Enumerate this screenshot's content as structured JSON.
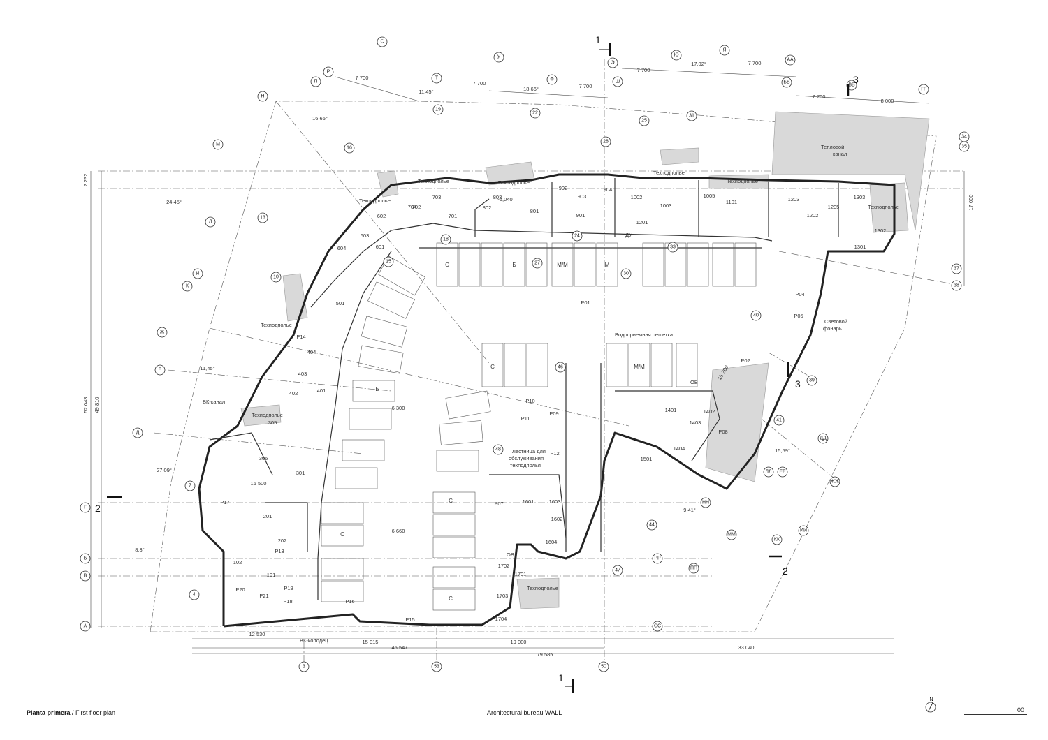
{
  "footer": {
    "plan_title_es": "Planta primera",
    "plan_title_sep": " / ",
    "plan_title_en": "First floor plan",
    "bureau": "Architectural bureau WALL",
    "sheet_number": "00",
    "north": "N"
  },
  "sections": {
    "s1_top": "1",
    "s1_bottom": "1",
    "s2_left": "2",
    "s2_right": "2",
    "s3_top": "3",
    "s3_right": "3"
  },
  "grid_letters": [
    "А",
    "Б",
    "В",
    "Г",
    "Д",
    "Е",
    "Ж",
    "И",
    "К",
    "Л",
    "М",
    "Н",
    "П",
    "Р",
    "С",
    "Т",
    "У",
    "Ф",
    "Ш",
    "Э",
    "Ю",
    "Я",
    "АА",
    "ББ",
    "ВВ",
    "ГГ",
    "ДД",
    "ЕЕ",
    "ЖЖ",
    "ИИ",
    "КК",
    "ЛЛ",
    "ММ",
    "НН",
    "ПП",
    "РР",
    "СС"
  ],
  "grid_numbers": [
    "3",
    "4",
    "7",
    "10",
    "13",
    "15",
    "16",
    "18",
    "19",
    "22",
    "24",
    "25",
    "27",
    "28",
    "30",
    "31",
    "33",
    "34",
    "35",
    "37",
    "38",
    "39",
    "40",
    "41",
    "44",
    "46",
    "47",
    "48",
    "50",
    "53"
  ],
  "rooms": [
    "101",
    "102",
    "201",
    "202",
    "301",
    "305",
    "306",
    "401",
    "402",
    "403",
    "404",
    "501",
    "601",
    "602",
    "603",
    "604",
    "701",
    "702",
    "703",
    "704",
    "801",
    "802",
    "803",
    "901",
    "902",
    "903",
    "904",
    "1002",
    "1003",
    "1005",
    "1101",
    "1201",
    "1202",
    "1203",
    "1205",
    "1301",
    "1302",
    "1303",
    "1401",
    "1402",
    "1403",
    "1404",
    "1501",
    "1601",
    "1602",
    "1603",
    "1604",
    "1701",
    "1702",
    "1703",
    "1704",
    "P01",
    "P02",
    "P04",
    "P05",
    "P07",
    "P08",
    "P09",
    "P10",
    "P11",
    "P12",
    "P13",
    "P14",
    "P15",
    "P16",
    "P17",
    "P18",
    "P19",
    "P20",
    "P21"
  ],
  "notes": {
    "tech_floor": "Техподполье",
    "heat_channel_1": "Тепловой",
    "heat_channel_2": "канал",
    "water_grate": "Водоприемная решетка",
    "skylight_1": "Световой",
    "skylight_2": "фонарь",
    "service_stair_1": "Лестница для",
    "service_stair_2": "обслуживания",
    "service_stair_3": "техподполья",
    "vk_channel": "ВК-канал",
    "vk_well": "ВК-колодец",
    "du": "ДУ",
    "ov": "ОВ"
  },
  "dimensions": {
    "d_7700": "7 700",
    "d_6300": "6 300",
    "d_6660": "6 660",
    "d_8000": "8 000",
    "d_16500": "16 500",
    "d_15200": "15 200",
    "d_12530": "12 530",
    "d_15015": "15 015",
    "d_19000": "19 000",
    "d_46547": "46 547",
    "d_79585": "79 585",
    "d_33040": "33 040",
    "d_52043": "52 043",
    "d_49810": "49 810",
    "d_17000": "17 000",
    "d_2232": "2 232",
    "d_5040": "-5,040",
    "ang_11_45": "11,45°",
    "ang_16_65": "16,65°",
    "ang_18_66": "18,66°",
    "ang_17_02": "17,02°",
    "ang_24_45": "24,45°",
    "ang_27_09": "27,09°",
    "ang_8_3": "8,3°",
    "ang_15_59": "15,59°",
    "ang_9_41": "9,41°"
  },
  "stall_codes": [
    "С",
    "Б",
    "М/М",
    "М",
    "С",
    "Б",
    "С",
    "М/М",
    "С",
    "С"
  ]
}
